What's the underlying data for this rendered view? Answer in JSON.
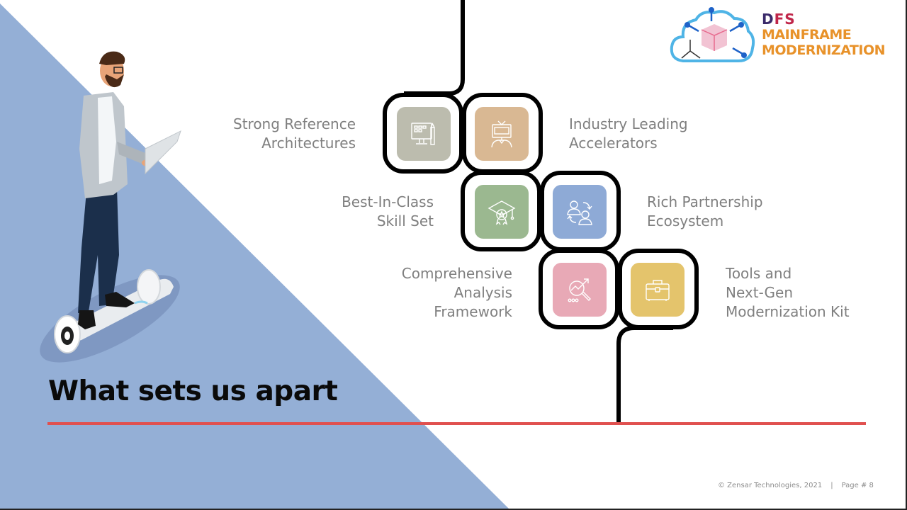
{
  "slide": {
    "title": "What sets us apart",
    "accent_color": "#e0504f",
    "background_shape_color": "#94afd6"
  },
  "logo": {
    "line1_prefix": "D",
    "line1_rest": "FS",
    "line2": "MAINFRAME",
    "line3": "MODERNIZATION",
    "icon": "cloud-cube-network-icon"
  },
  "features": [
    {
      "label_lines": [
        "Strong Reference",
        "Architectures"
      ],
      "icon": "monitor-design-icon",
      "color": "#bcbcae"
    },
    {
      "label_lines": [
        "Industry Leading",
        "Accelerators"
      ],
      "icon": "tv-head-person-icon",
      "color": "#d9b893"
    },
    {
      "label_lines": [
        "Best-In-Class",
        "Skill Set"
      ],
      "icon": "graduation-cap-badge-icon",
      "color": "#9bb890"
    },
    {
      "label_lines": [
        "Rich Partnership",
        "Ecosystem"
      ],
      "icon": "people-exchange-icon",
      "color": "#8eaad6"
    },
    {
      "label_lines": [
        "Comprehensive",
        "Analysis",
        "Framework"
      ],
      "icon": "analysis-magnifier-icon",
      "color": "#e8a9b6"
    },
    {
      "label_lines": [
        "Tools and",
        "Next-Gen",
        "Modernization Kit"
      ],
      "icon": "briefcase-icon",
      "color": "#e4c46c"
    }
  ],
  "footer": {
    "copyright": "© Zensar Technologies, 2021",
    "separator": "|",
    "page": "Page # 8"
  }
}
